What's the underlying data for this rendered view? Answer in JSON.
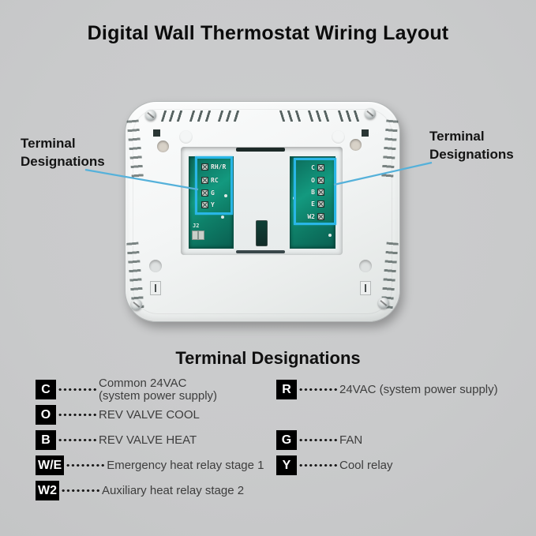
{
  "title": "Digital Wall Thermostat Wiring Layout",
  "callouts": {
    "left": {
      "text": "Terminal Designations"
    },
    "right": {
      "text": "Terminal Designations"
    }
  },
  "thermostat": {
    "left_pcb": {
      "terminals": [
        "RH/R",
        "RC",
        "G",
        "Y"
      ],
      "board_label": "J2"
    },
    "right_pcb": {
      "terminals": [
        "C",
        "O",
        "B",
        "E",
        "W2"
      ]
    }
  },
  "legend": {
    "heading": "Terminal Designations",
    "left": [
      {
        "term": "C",
        "desc": "Common 24VAC",
        "desc2": "(system power supply)"
      },
      {
        "term": "O",
        "desc": "REV VALVE COOL"
      },
      {
        "term": "B",
        "desc": "REV VALVE HEAT"
      },
      {
        "term": "W/E",
        "desc": "Emergency heat relay stage 1"
      },
      {
        "term": "W2",
        "desc": "Auxiliary heat relay stage 2"
      }
    ],
    "right": [
      {
        "term": "R",
        "desc": "24VAC (system power supply)"
      },
      {
        "term": "G",
        "desc": "FAN"
      },
      {
        "term": "Y",
        "desc": "Cool relay"
      }
    ]
  },
  "icons": {
    "terminal_screw_icon": "boxed-x CSS shape",
    "screw_icon": "radial-gradient circle with slot"
  },
  "colors": {
    "background": "#c9cacb",
    "highlight_box": "#29b6e6",
    "callout_line": "#55b1da",
    "pcb_green": "#0e8069",
    "badge_bg": "#000000",
    "badge_fg": "#ffffff",
    "body_white": "#f3f5f5"
  }
}
